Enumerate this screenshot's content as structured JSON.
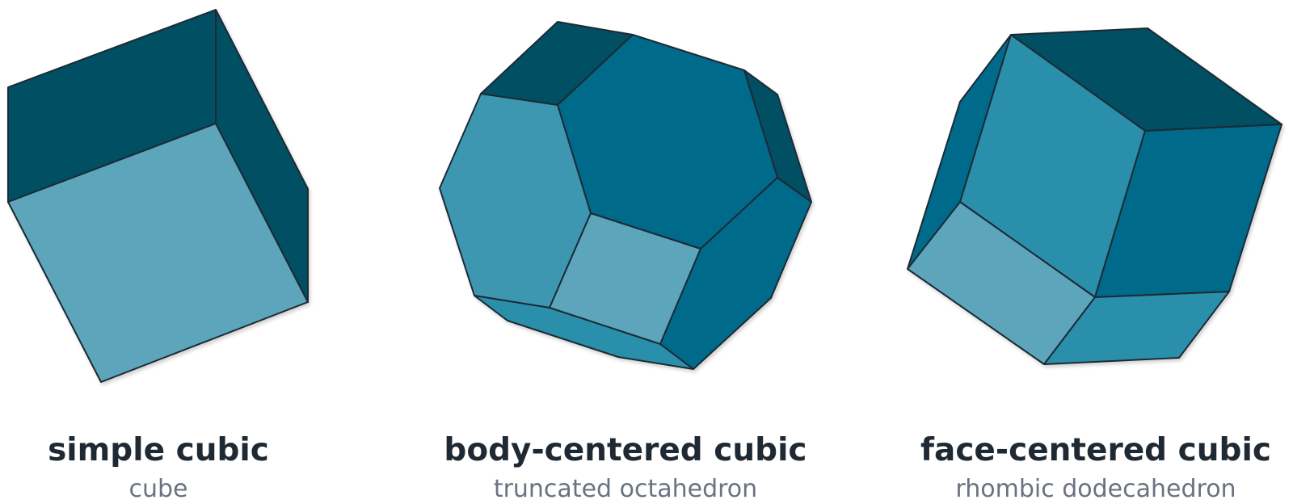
{
  "colors": {
    "face_light": "#5ba5bb",
    "face_mid": "#3c97b1",
    "face_blue": "#2b8fab",
    "face_deep": "#036a8a",
    "face_dark": "#034f62",
    "edge": "#1c2a36",
    "title_text": "#1f2933",
    "subtitle_text": "#6b7280"
  },
  "solids": [
    {
      "id": "simple-cubic",
      "name": "simple cubic",
      "shape": "cube"
    },
    {
      "id": "body-centered-cubic",
      "name": "body-centered cubic",
      "shape": "truncated octahedron"
    },
    {
      "id": "face-centered-cubic",
      "name": "face-centered cubic",
      "shape": "rhombic dodecahedron"
    }
  ]
}
